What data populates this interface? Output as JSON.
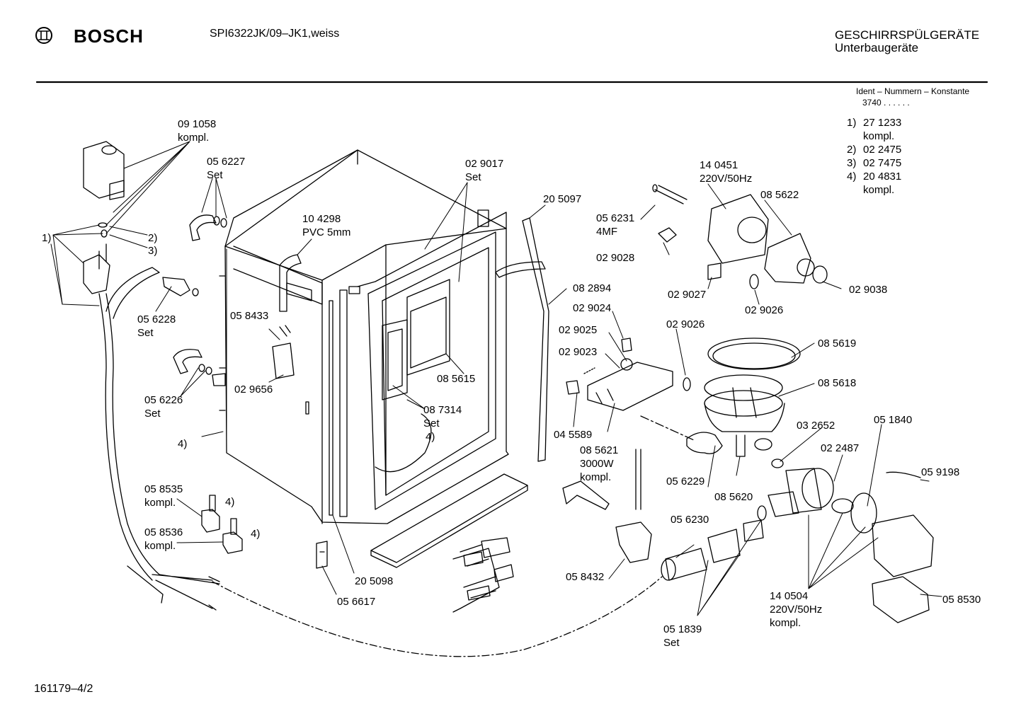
{
  "header": {
    "brand": "BOSCH",
    "model": "SPI6322JK/09–JK1,weiss",
    "category": "GESCHIRRSPÜLGERÄTE",
    "subcategory": "Unterbaugeräte",
    "ident_title": "Ident – Nummern – Konstante",
    "ident_value": "3740 .  .  .  .  .  ."
  },
  "legend": [
    {
      "key": "1)",
      "value": "27 1233",
      "extra": "kompl."
    },
    {
      "key": "2)",
      "value": "02 2475",
      "extra": ""
    },
    {
      "key": "3)",
      "value": "02 7475",
      "extra": ""
    },
    {
      "key": "4)",
      "value": "20 4831",
      "extra": "kompl."
    }
  ],
  "callouts": {
    "p091058": "09 1058",
    "p091058b": "kompl.",
    "p056227": "05 6227",
    "p056227b": "Set",
    "p104298": "10 4298",
    "p104298b": "PVC 5mm",
    "p029017": "02 9017",
    "p029017b": "Set",
    "p205097": "20 5097",
    "p140451": "14 0451",
    "p140451b": "220V/50Hz",
    "p085622": "08 5622",
    "p056231": "05 6231",
    "p056231b": "4MF",
    "p029028": "02 9028",
    "p029027": "02 9027",
    "p029026a": "02 9026",
    "p029038": "02 9038",
    "m1": "1)",
    "m2": "2)",
    "m3": "3)",
    "p056228": "05 6228",
    "p056228b": "Set",
    "p058433": "05 8433",
    "p082894": "08 2894",
    "p029024": "02 9024",
    "p029025": "02 9025",
    "p029023": "02 9023",
    "p029026b": "02 9026",
    "p085619": "08 5619",
    "p085618": "08 5618",
    "p085615": "08 5615",
    "p029656": "02 9656",
    "p056226": "05 6226",
    "p056226b": "Set",
    "p087314": "08 7314",
    "p087314b": "Set",
    "p087314c": "4)",
    "m4a": "4)",
    "p045589": "04 5589",
    "p085621": "08 5621",
    "p085621b": "3000W",
    "p085621c": "kompl.",
    "p032652": "03 2652",
    "p051840": "05 1840",
    "p022487": "02 2487",
    "p059198": "05 9198",
    "p056229": "05 6229",
    "p085620": "08 5620",
    "p058535": "05 8535",
    "p058535b": "kompl.",
    "m4b": "4)",
    "p058536": "05 8536",
    "p058536b": "kompl.",
    "m4c": "4)",
    "p056230": "05 6230",
    "p058432": "05 8432",
    "p205098": "20 5098",
    "p056617": "05 6617",
    "p140504": "14 0504",
    "p140504b": "220V/50Hz",
    "p140504c": "kompl.",
    "p058530": "05 8530",
    "p051839": "05 1839",
    "p051839b": "Set"
  },
  "footer": {
    "doc_number": "161179–4/2"
  }
}
